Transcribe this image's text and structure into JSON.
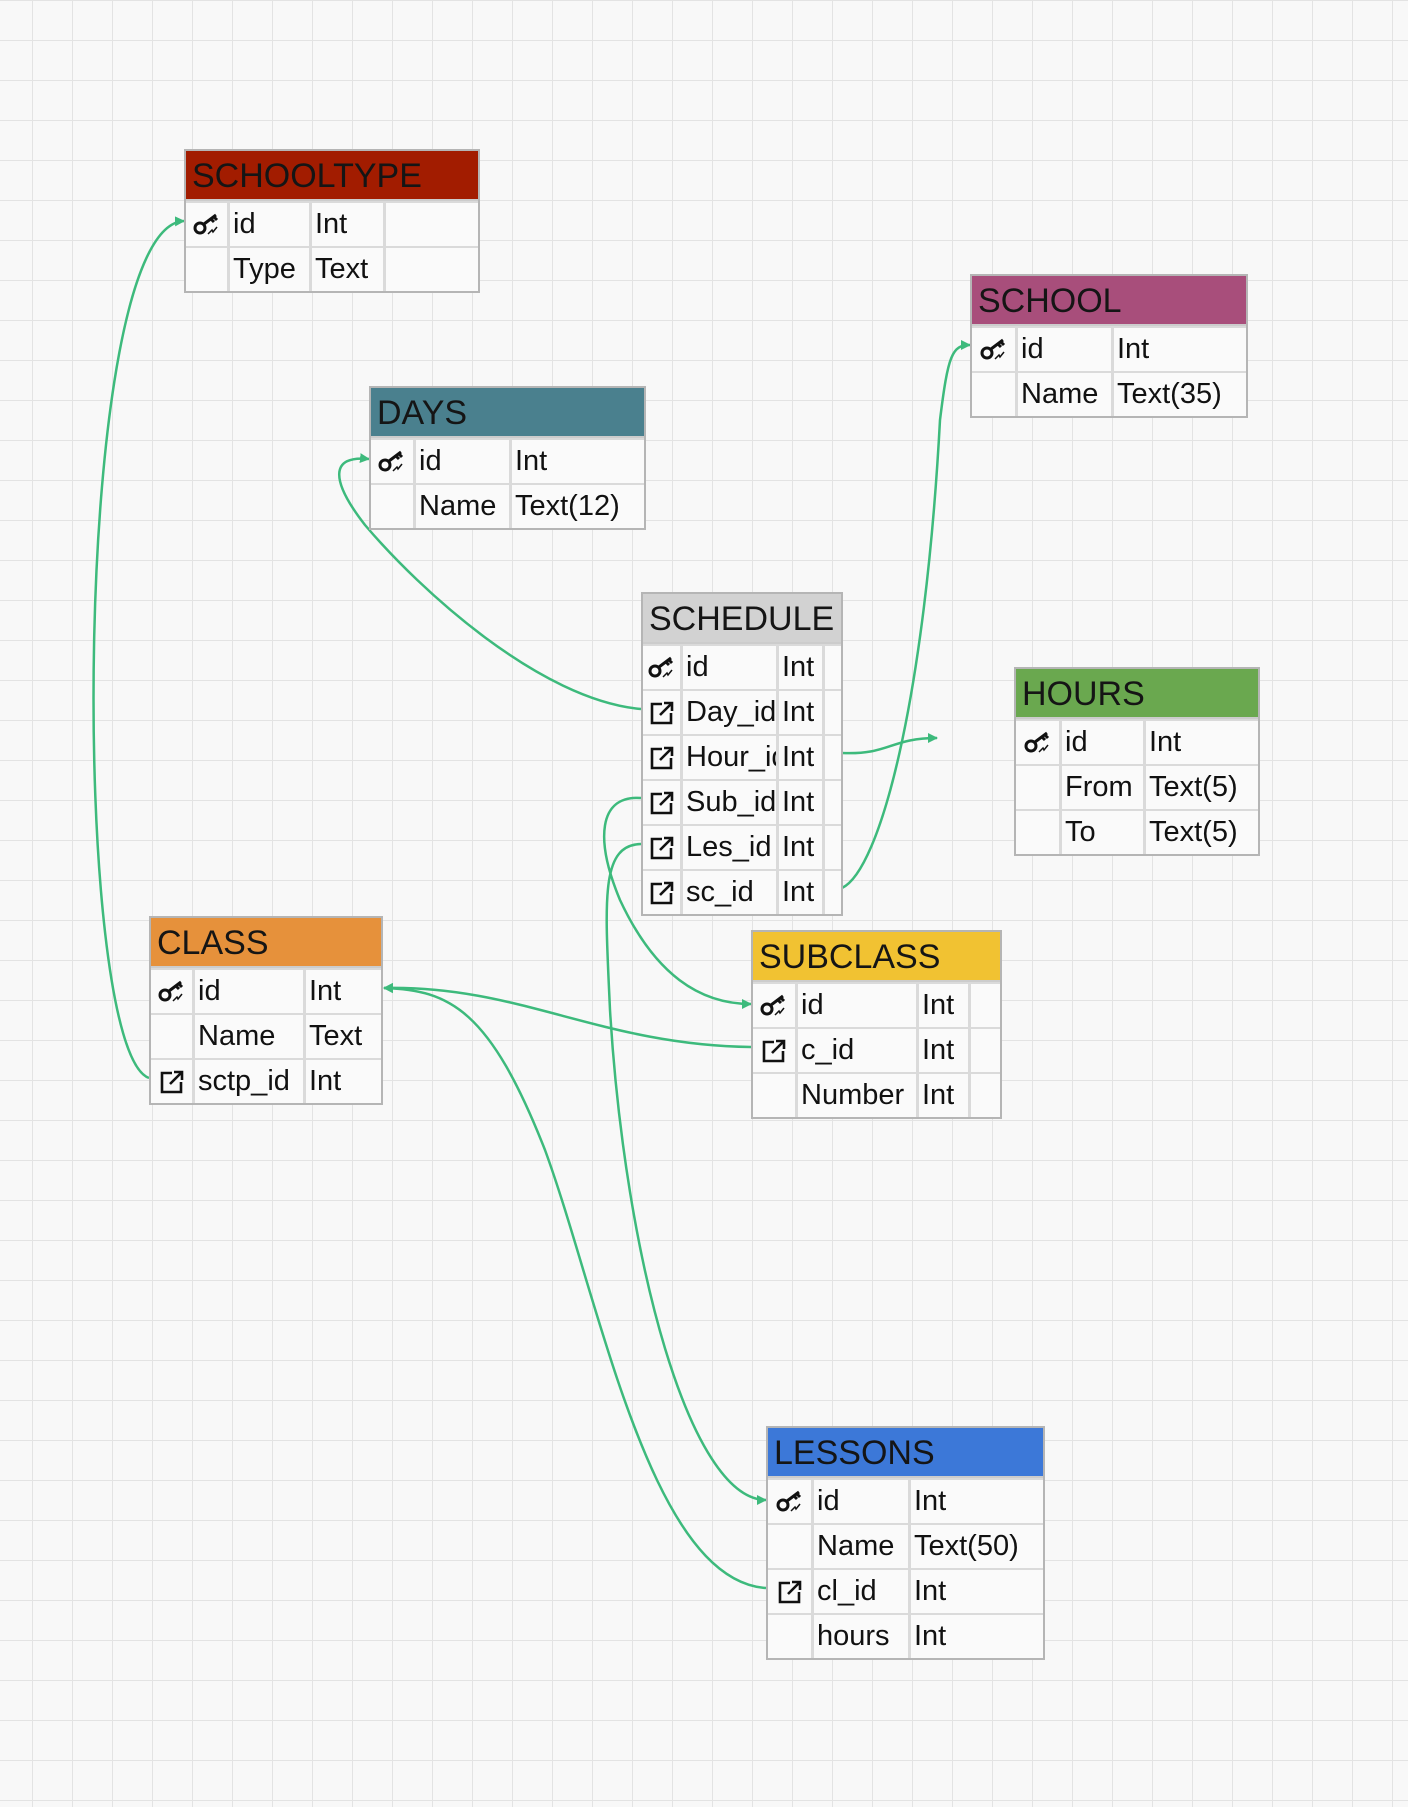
{
  "colors": {
    "link": "#3dba7c"
  },
  "tables": [
    {
      "name": "SCHOOLTYPE",
      "color": "#a21c00",
      "rows": [
        {
          "icon": "key-icon",
          "field": "id",
          "type": "Int"
        },
        {
          "icon": "",
          "field": "Type",
          "type": "Text"
        }
      ]
    },
    {
      "name": "SCHOOL",
      "color": "#a84e7b",
      "rows": [
        {
          "icon": "key-icon",
          "field": "id",
          "type": "Int"
        },
        {
          "icon": "",
          "field": "Name",
          "type": "Text(35)"
        }
      ]
    },
    {
      "name": "DAYS",
      "color": "#4a808e",
      "rows": [
        {
          "icon": "key-icon",
          "field": "id",
          "type": "Int"
        },
        {
          "icon": "",
          "field": "Name",
          "type": "Text(12)"
        }
      ]
    },
    {
      "name": "SCHEDULE",
      "color": "#d2d2d2",
      "rows": [
        {
          "icon": "key-icon",
          "field": "id",
          "type": "Int"
        },
        {
          "icon": "foreign-key-icon",
          "field": "Day_id",
          "type": "Int"
        },
        {
          "icon": "foreign-key-icon",
          "field": "Hour_id",
          "type": "Int"
        },
        {
          "icon": "foreign-key-icon",
          "field": "Sub_id",
          "type": "Int"
        },
        {
          "icon": "foreign-key-icon",
          "field": "Les_id",
          "type": "Int"
        },
        {
          "icon": "foreign-key-icon",
          "field": "sc_id",
          "type": "Int"
        }
      ]
    },
    {
      "name": "HOURS",
      "color": "#6aa84f",
      "rows": [
        {
          "icon": "key-icon",
          "field": "id",
          "type": "Int"
        },
        {
          "icon": "",
          "field": "From",
          "type": "Text(5)"
        },
        {
          "icon": "",
          "field": "To",
          "type": "Text(5)"
        }
      ]
    },
    {
      "name": "CLASS",
      "color": "#e6913b",
      "rows": [
        {
          "icon": "key-icon",
          "field": "id",
          "type": "Int"
        },
        {
          "icon": "",
          "field": "Name",
          "type": "Text"
        },
        {
          "icon": "foreign-key-icon",
          "field": "sctp_id",
          "type": "Int"
        }
      ]
    },
    {
      "name": "SUBCLASS",
      "color": "#f1c232",
      "rows": [
        {
          "icon": "key-icon",
          "field": "id",
          "type": "Int"
        },
        {
          "icon": "foreign-key-icon",
          "field": "c_id",
          "type": "Int"
        },
        {
          "icon": "",
          "field": "Number",
          "type": "Int"
        }
      ]
    },
    {
      "name": "LESSONS",
      "color": "#3c78d8",
      "rows": [
        {
          "icon": "key-icon",
          "field": "id",
          "type": "Int"
        },
        {
          "icon": "",
          "field": "Name",
          "type": "Text(50)"
        },
        {
          "icon": "foreign-key-icon",
          "field": "cl_id",
          "type": "Int"
        },
        {
          "icon": "",
          "field": "hours",
          "type": "Int"
        }
      ]
    }
  ]
}
